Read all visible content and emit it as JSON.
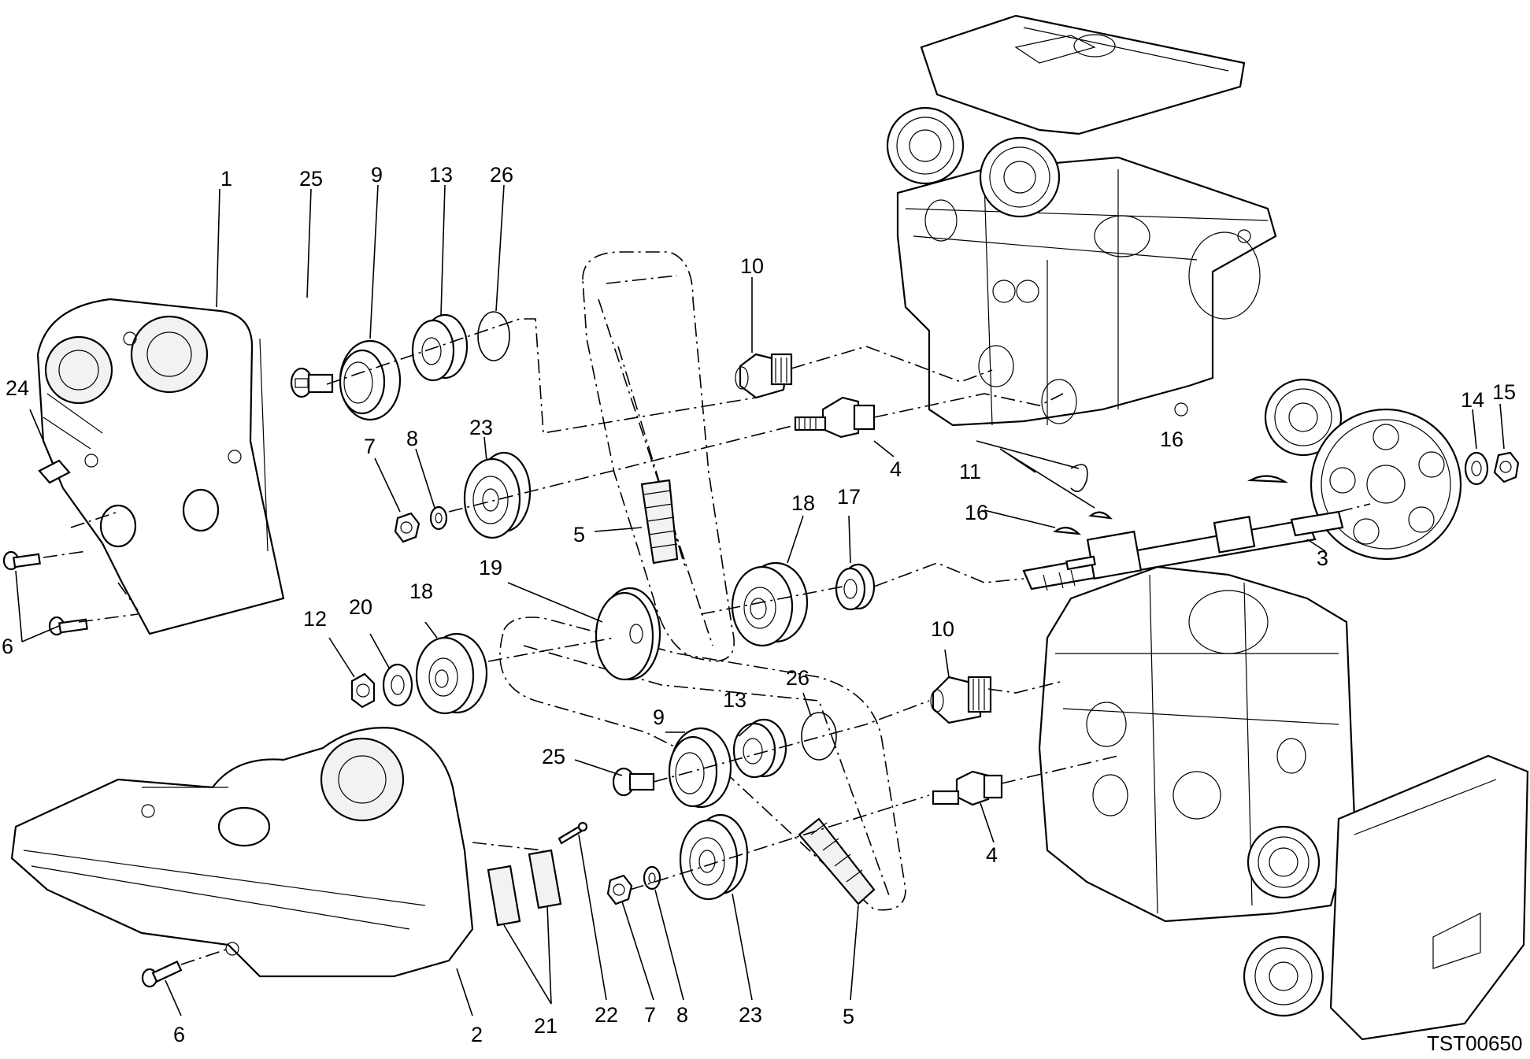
{
  "diagram": {
    "code": "TST00650",
    "labels": [
      {
        "id": "l1",
        "text": "1"
      },
      {
        "id": "l25a",
        "text": "25"
      },
      {
        "id": "l9a",
        "text": "9"
      },
      {
        "id": "l13a",
        "text": "13"
      },
      {
        "id": "l26a",
        "text": "26"
      },
      {
        "id": "l10a",
        "text": "10"
      },
      {
        "id": "l24",
        "text": "24"
      },
      {
        "id": "l7a",
        "text": "7"
      },
      {
        "id": "l8a",
        "text": "8"
      },
      {
        "id": "l23a",
        "text": "23"
      },
      {
        "id": "l4a",
        "text": "4"
      },
      {
        "id": "l16a",
        "text": "16"
      },
      {
        "id": "l11",
        "text": "11"
      },
      {
        "id": "l14",
        "text": "14"
      },
      {
        "id": "l15",
        "text": "15"
      },
      {
        "id": "l16b",
        "text": "16"
      },
      {
        "id": "l18a",
        "text": "18"
      },
      {
        "id": "l17",
        "text": "17"
      },
      {
        "id": "l3",
        "text": "3"
      },
      {
        "id": "l5a",
        "text": "5"
      },
      {
        "id": "l19",
        "text": "19"
      },
      {
        "id": "l6a",
        "text": "6"
      },
      {
        "id": "l12",
        "text": "12"
      },
      {
        "id": "l20",
        "text": "20"
      },
      {
        "id": "l18b",
        "text": "18"
      },
      {
        "id": "l10b",
        "text": "10"
      },
      {
        "id": "l26b",
        "text": "26"
      },
      {
        "id": "l13b",
        "text": "13"
      },
      {
        "id": "l9b",
        "text": "9"
      },
      {
        "id": "l25b",
        "text": "25"
      },
      {
        "id": "l4b",
        "text": "4"
      },
      {
        "id": "l6b",
        "text": "6"
      },
      {
        "id": "l2",
        "text": "2"
      },
      {
        "id": "l21",
        "text": "21"
      },
      {
        "id": "l22",
        "text": "22"
      },
      {
        "id": "l7b",
        "text": "7"
      },
      {
        "id": "l8b",
        "text": "8"
      },
      {
        "id": "l23b",
        "text": "23"
      },
      {
        "id": "l5b",
        "text": "5"
      }
    ]
  }
}
